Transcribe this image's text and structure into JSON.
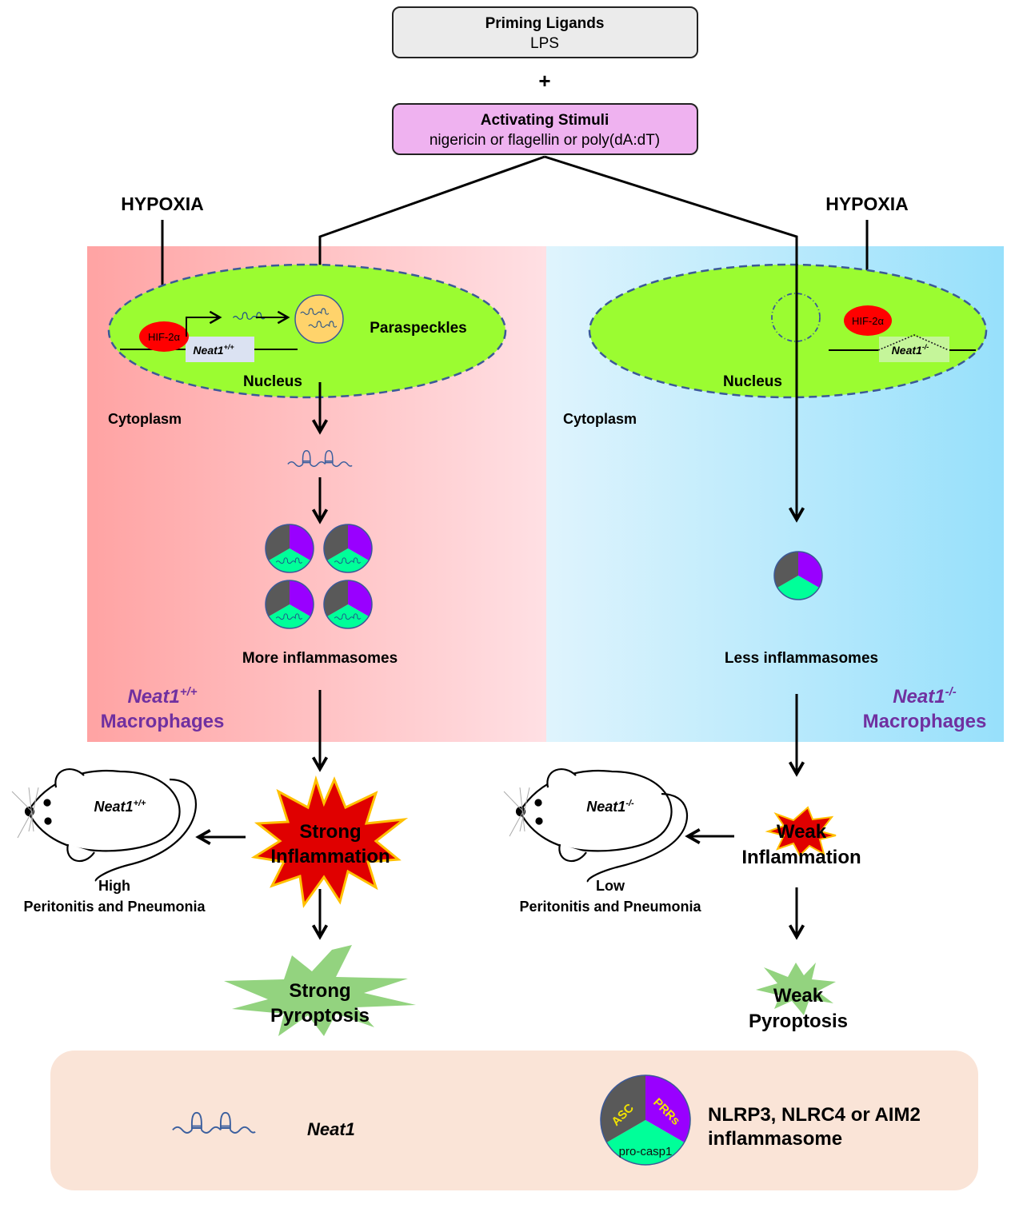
{
  "top": {
    "priming_title": "Priming Ligands",
    "priming_sub": "LPS",
    "plus": "+",
    "activating_title": "Activating Stimuli",
    "activating_sub": "nigericin or flagellin or poly(dA:dT)"
  },
  "left": {
    "hypoxia": "HYPOXIA",
    "hif": "HIF-2α",
    "gene": "Neat1",
    "gene_sup": "+/+",
    "paraspeckles": "Paraspeckles",
    "nucleus": "Nucleus",
    "cytoplasm": "Cytoplasm",
    "inflammasome_count": 4,
    "inflammasomes_label": "More inflammasomes",
    "genotype": "Neat1",
    "genotype_sup": "+/+",
    "cell_type": "Macrophages",
    "mouse_label": "Neat1",
    "mouse_sup": "+/+",
    "disease_level": "High",
    "disease": "Peritonitis and Pneumonia",
    "inflammation_1": "Strong",
    "inflammation_2": "Inflammation",
    "pyroptosis_1": "Strong",
    "pyroptosis_2": "Pyroptosis"
  },
  "right": {
    "hypoxia": "HYPOXIA",
    "hif": "HIF-2α",
    "gene": "Neat1",
    "gene_sup": "-/-",
    "nucleus": "Nucleus",
    "cytoplasm": "Cytoplasm",
    "inflammasome_count": 1,
    "inflammasomes_label": "Less inflammasomes",
    "genotype": "Neat1",
    "genotype_sup": "-/-",
    "cell_type": "Macrophages",
    "mouse_label": "Neat1",
    "mouse_sup": "-/-",
    "disease_level": "Low",
    "disease": "Peritonitis and Pneumonia",
    "inflammation_1": "Weak",
    "inflammation_2": "Inflammation",
    "pyroptosis_1": "Weak",
    "pyroptosis_2": "Pyroptosis"
  },
  "legend": {
    "rna_label": "Neat1",
    "asc": "ASC",
    "prrs": "PRRs",
    "procasp": "pro-casp1",
    "inflammasome_line1": "NLRP3, NLRC4 or AIM2",
    "inflammasome_line2": "inflammasome"
  },
  "colors": {
    "priming_fill": "#ebebeb",
    "activating_fill": "#efb2f0",
    "wt_panel_start": "#ffa3a3",
    "wt_panel_end": "#ffe0e4",
    "ko_panel_start": "#dff4fd",
    "ko_panel_end": "#97e0fb",
    "nucleus": "#9bfc31",
    "nucleus_border": "#3b5998",
    "hif": "#ff0000",
    "gene_box_wt": "#dbe2f2",
    "gene_box_ko": "#c5f59a",
    "paraspeckle": "#ffd36b",
    "asc": "#595959",
    "prrs": "#9900ff",
    "procasp": "#00ff99",
    "label_purple": "#7030a0",
    "inflammation_red": "#e00000",
    "inflammation_border": "#ffc000",
    "pyroptosis_green": "#93d37f",
    "legend_bg": "#fae4d7",
    "rna": "#3b5f9e"
  }
}
